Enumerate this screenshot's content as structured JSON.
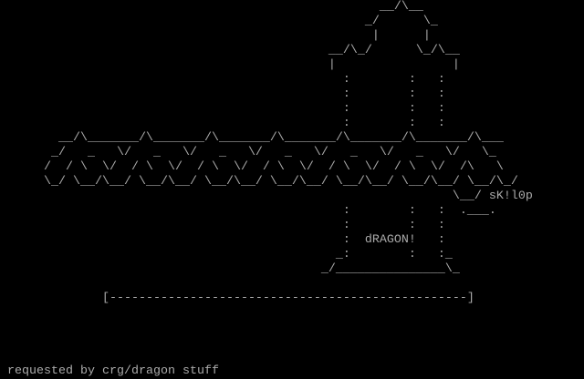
{
  "terminal": {
    "background": "#000000",
    "foreground": "#aaaaaa",
    "artist_tag": "sK!l0p",
    "title_text": "dRAGON!",
    "divider_line": "[-------------------------------------------------]",
    "credit_line": "requested by crg/dragon stuff",
    "art_lines": [
      {
        "pad": 52,
        "text": "__/\\__"
      },
      {
        "pad": 50,
        "text": "_/      \\_"
      },
      {
        "pad": 51,
        "text": "|      |"
      },
      {
        "pad": 45,
        "text": "__/\\_/      \\_/\\__"
      },
      {
        "pad": 45,
        "text": "|                |"
      },
      {
        "pad": 47,
        "text": ":        :   :"
      },
      {
        "pad": 47,
        "text": ":        :   :"
      },
      {
        "pad": 47,
        "text": ":        :   :"
      },
      {
        "pad": 47,
        "text": ":        :   :"
      },
      {
        "pad": 8,
        "text": "__/\\_______/\\_______/\\_______/\\_______/\\_______/\\_______/\\___"
      },
      {
        "pad": 7,
        "text": "_/   _   \\/   _   \\/   _   \\/   _   \\/   _   \\/   _   \\/   \\_"
      },
      {
        "pad": 6,
        "text": "/  / \\  \\/  / \\  \\/  / \\  \\/  / \\  \\/  / \\  \\/  / \\  \\/  /\\   \\"
      },
      {
        "pad": 6,
        "text": "\\_/ \\__/\\__/ \\__/\\__/ \\__/\\__/ \\__/\\__/ \\__/\\__/ \\__/\\__/ \\__/\\_/"
      },
      {
        "pad": 62,
        "text": "\\__/ sK!l0p"
      },
      {
        "pad": 47,
        "text": ":        :   :  .___."
      },
      {
        "pad": 47,
        "text": ":        :   :"
      },
      {
        "pad": 47,
        "text": ":  dRAGON!   :"
      },
      {
        "pad": 46,
        "text": "_:        :   :_"
      },
      {
        "pad": 44,
        "text": "_/_______________\\_"
      },
      {
        "pad": 0,
        "text": ""
      },
      {
        "pad": 14,
        "text": "[-------------------------------------------------]"
      },
      {
        "pad": 0,
        "text": ""
      },
      {
        "pad": 0,
        "text": ""
      },
      {
        "pad": 0,
        "text": ""
      },
      {
        "pad": 0,
        "text": ""
      }
    ]
  }
}
